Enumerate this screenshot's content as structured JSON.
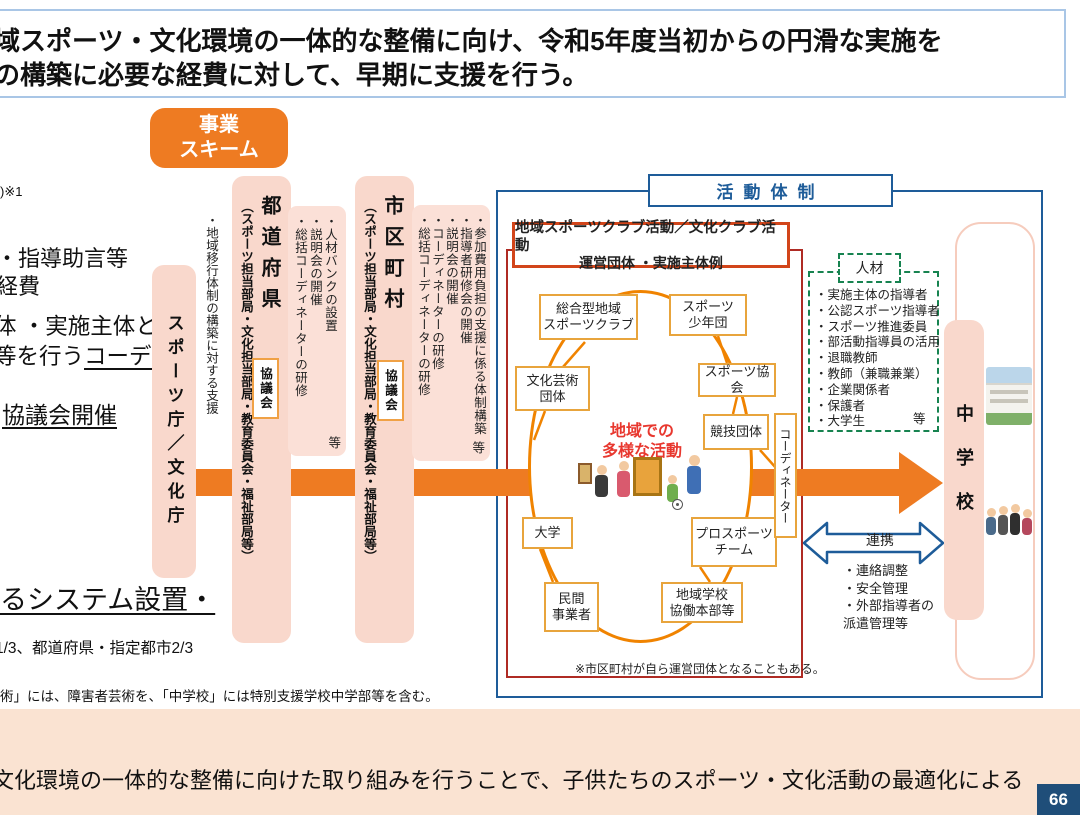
{
  "header": {
    "line1": "域スポーツ・文化環境の一体的な整備に向け、令和5年度当初からの円滑な実施を",
    "line2": "の構築に必要な経費に対して、早期に支援を行う。"
  },
  "badge": {
    "line1": "事業",
    "line2": "スキーム"
  },
  "left_fragments": {
    "note_ref": ")※1",
    "frag1": "・指導助言等",
    "frag2": "経費",
    "frag3": "体 ・実施主体と",
    "frag4_plain": "等を行う",
    "frag4_underline": "コーディ",
    "frag5": "協議会開催",
    "frag6": "るシステム設置・",
    "frag7": "1/3、都道府県・指定都市2/3",
    "frag8": "術」には、障害者芸術を、「中学校」には特別支援学校中学部等を含む。"
  },
  "scheme": {
    "agency": {
      "label": "スポーツ庁／文化庁",
      "support": "・地域移行体制の構築に対する支援"
    },
    "prefecture": {
      "title": "都道府県",
      "subtitle": "（スポーツ担当部局・文化担当部局・教育委員会・福祉部局等）",
      "council": "協議会",
      "bullets": [
        "・総括コーディネーターの研修",
        "・説明会の開催",
        "・人材バンクの設置"
      ],
      "etc": "等"
    },
    "municipality": {
      "title": "市区町村",
      "subtitle": "（スポーツ担当部局・文化担当部局・教育委員会・福祉部局等）",
      "council": "協議会",
      "bullets": [
        "・総括コーディネーターの研修",
        "・コーディネーターの研修",
        "・説明会の開催",
        "・指導者研修会の開催",
        "・参加費用負担の支援に係る体制構築"
      ],
      "etc": "等"
    }
  },
  "activity": {
    "title": "活動体制",
    "org_box": {
      "line1": "地域スポーツクラブ活動／文化クラブ活動",
      "line2": "運営団体 ・実施主体例"
    },
    "center": {
      "line1": "地域での",
      "line2": "多様な活動"
    },
    "entities": {
      "sogo": {
        "line1": "総合型地域",
        "line2": "スポーツクラブ"
      },
      "shonen": {
        "line1": "スポーツ",
        "line2": "少年団"
      },
      "bunka": {
        "line1": "文化芸術",
        "line2": "団体"
      },
      "kyokai": {
        "line1": "スポーツ協会"
      },
      "kyogi": {
        "line1": "競技団体"
      },
      "daigaku": {
        "line1": "大学"
      },
      "pro": {
        "line1": "プロスポーツ",
        "line2": "チーム"
      },
      "minkan": {
        "line1": "民間",
        "line2": "事業者"
      },
      "chiikigakko": {
        "line1": "地域学校",
        "line2": "協働本部等"
      }
    },
    "coordinator": "コーディネーター",
    "note": "※市区町村が自ら運営団体となることもある。",
    "jinzai": {
      "title": "人材",
      "items": [
        "・実施主体の指導者",
        "・公認スポーツ指導者",
        "・スポーツ推進委員",
        "・部活動指導員の活用",
        "・退職教師",
        "・教師（兼職兼業）",
        "・企業関係者",
        "・保護者",
        "・大学生"
      ],
      "etc": "等"
    },
    "school": "中学校",
    "renkei": {
      "label": "連携",
      "items": [
        "・連絡調整",
        "・安全管理",
        "・外部指導者の派遣管理等"
      ]
    }
  },
  "bottom": {
    "text": "文化環境の一体的な整備に向けた取り組みを行うことで、子供たちのスポーツ・文化活動の最適化による"
  },
  "page": {
    "number": "66"
  },
  "colors": {
    "orange": "#EE7B22",
    "pink": "#F9D8CC",
    "light_pink": "#FBE0D7",
    "blue": "#1E5C99",
    "dark_red": "#AF2B24",
    "red_border": "#D2451A",
    "amber": "#E8A43C",
    "green_dashed": "#178350",
    "red_text": "#E8382F",
    "peach_bar": "#FAE3D2",
    "page_navy": "#1F4E79"
  }
}
